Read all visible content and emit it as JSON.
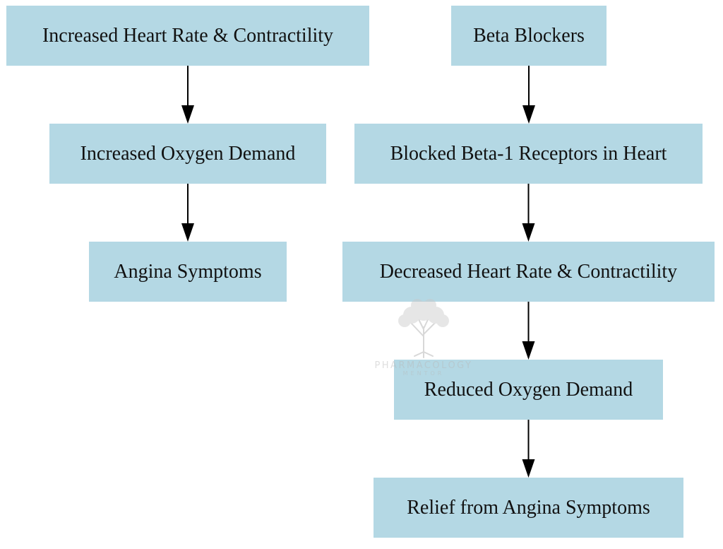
{
  "colors": {
    "node_fill": "#b4d8e4",
    "edge": "#000000",
    "text": "#111111"
  },
  "nodes": {
    "increased_hr": "Increased Heart Rate & Contractility",
    "increased_o2": "Increased Oxygen Demand",
    "angina": "Angina Symptoms",
    "beta_blockers": "Beta Blockers",
    "blocked_b1": "Blocked Beta-1 Receptors in Heart",
    "decreased_hr": "Decreased Heart Rate & Contractility",
    "reduced_o2": "Reduced Oxygen Demand",
    "relief": "Relief from Angina Symptoms"
  },
  "edges": [
    [
      "increased_hr",
      "increased_o2"
    ],
    [
      "increased_o2",
      "angina"
    ],
    [
      "beta_blockers",
      "blocked_b1"
    ],
    [
      "blocked_b1",
      "decreased_hr"
    ],
    [
      "decreased_hr",
      "reduced_o2"
    ],
    [
      "reduced_o2",
      "relief"
    ]
  ],
  "watermark": {
    "line1": "PHARMACOLOGY",
    "line2": "MENTOR",
    "icon": "tree-icon"
  }
}
